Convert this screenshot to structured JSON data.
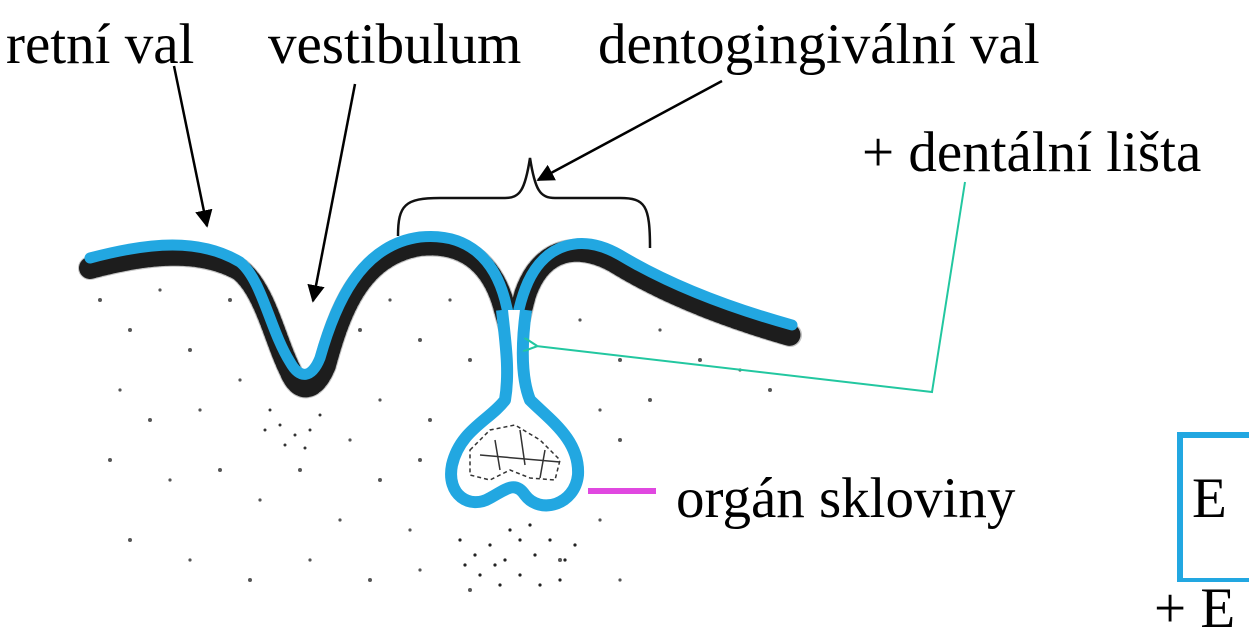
{
  "labels": {
    "retni_val": "retní val",
    "vestibulum": "vestibulum",
    "dentogingivalni_val": "dentogingivální val",
    "dentalni_lista": "+ dentální lišta",
    "organ_skloviny": "orgán skloviny",
    "box_text": "E",
    "bottom_text": "+ E"
  },
  "colors": {
    "epithelium": "#22a7e1",
    "dental_lamina_arrow": "#22c7a0",
    "enamel_organ_pointer": "#e048e0",
    "arrows": "#000000"
  }
}
